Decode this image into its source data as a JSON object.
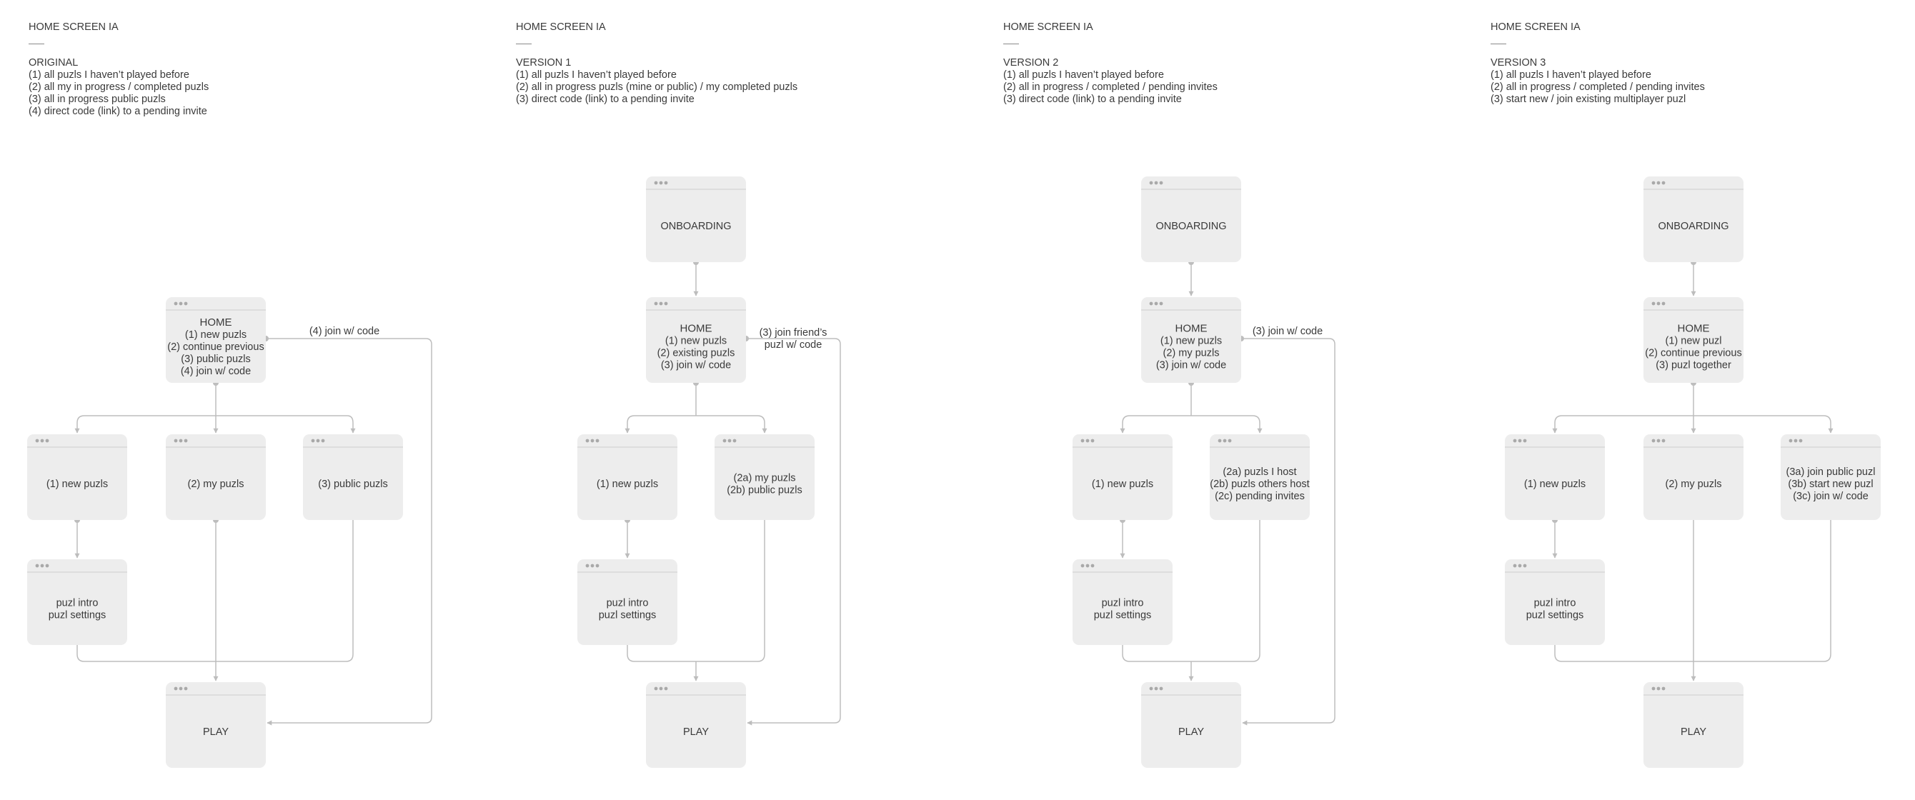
{
  "columns": [
    {
      "header": "HOME SCREEN IA",
      "version": "ORIGINAL",
      "items": [
        "(1) all puzls I haven’t played before",
        "(2) all my in progress / completed puzls",
        "(3) all in progress public puzls",
        "(4) direct code (link) to a pending invite"
      ]
    },
    {
      "header": "HOME SCREEN IA",
      "version": "VERSION 1",
      "items": [
        "(1) all puzls I haven’t played before",
        "(2) all in progress puzls (mine or public) / my completed puzls",
        "(3) direct code (link) to a pending invite"
      ]
    },
    {
      "header": "HOME SCREEN IA",
      "version": "VERSION 2",
      "items": [
        "(1) all puzls I haven’t played before",
        "(2) all in progress / completed / pending invites",
        "(3) direct code (link) to a pending invite"
      ]
    },
    {
      "header": "HOME SCREEN IA",
      "version": "VERSION 3",
      "items": [
        "(1) all puzls I haven’t played before",
        "(2) all in progress / completed / pending invites",
        "(3) start new / join existing multiplayer puzl"
      ]
    }
  ],
  "boxes": [
    {
      "id": "o-home",
      "title": "HOME",
      "lines": [
        "(1) new puzls",
        "(2) continue previous",
        "(3) public puzls",
        "(4) join w/ code"
      ]
    },
    {
      "id": "o-new",
      "lines": [
        "(1) new puzls"
      ]
    },
    {
      "id": "o-my",
      "lines": [
        "(2) my puzls"
      ]
    },
    {
      "id": "o-public",
      "lines": [
        "(3) public puzls"
      ]
    },
    {
      "id": "o-intro",
      "lines": [
        "puzl intro",
        "puzl settings"
      ]
    },
    {
      "id": "o-play",
      "lines": [
        "PLAY"
      ]
    },
    {
      "id": "v1-onb",
      "lines": [
        "ONBOARDING"
      ]
    },
    {
      "id": "v1-home",
      "title": "HOME",
      "lines": [
        "(1) new puzls",
        "(2) existing puzls",
        "(3) join w/ code"
      ]
    },
    {
      "id": "v1-new",
      "lines": [
        "(1) new puzls"
      ]
    },
    {
      "id": "v1-my",
      "lines": [
        "(2a) my puzls",
        "(2b) public puzls"
      ]
    },
    {
      "id": "v1-intro",
      "lines": [
        "puzl intro",
        "puzl settings"
      ]
    },
    {
      "id": "v1-play",
      "lines": [
        "PLAY"
      ]
    },
    {
      "id": "v2-onb",
      "lines": [
        "ONBOARDING"
      ]
    },
    {
      "id": "v2-home",
      "title": "HOME",
      "lines": [
        "(1) new puzls",
        "(2) my puzls",
        "(3) join w/ code"
      ]
    },
    {
      "id": "v2-new",
      "lines": [
        "(1) new puzls"
      ]
    },
    {
      "id": "v2-host",
      "lines": [
        "(2a) puzls I host",
        "(2b) puzls others host",
        "(2c) pending invites"
      ]
    },
    {
      "id": "v2-intro",
      "lines": [
        "puzl intro",
        "puzl settings"
      ]
    },
    {
      "id": "v2-play",
      "lines": [
        "PLAY"
      ]
    },
    {
      "id": "v3-onb",
      "lines": [
        "ONBOARDING"
      ]
    },
    {
      "id": "v3-home",
      "title": "HOME",
      "lines": [
        "(1) new puzl",
        "(2) continue previous",
        "(3) puzl together"
      ]
    },
    {
      "id": "v3-new",
      "lines": [
        "(1) new puzls"
      ]
    },
    {
      "id": "v3-my",
      "lines": [
        "(2) my puzls"
      ]
    },
    {
      "id": "v3-join",
      "lines": [
        "(3a) join public puzl",
        "(3b) start new puzl",
        "(3c) join w/ code"
      ]
    },
    {
      "id": "v3-intro",
      "lines": [
        "puzl intro",
        "puzl settings"
      ]
    },
    {
      "id": "v3-play",
      "lines": [
        "PLAY"
      ]
    }
  ],
  "edge_labels": [
    {
      "id": "o-join",
      "lines": [
        "(4) join w/ code"
      ]
    },
    {
      "id": "v1-join",
      "lines": [
        "(3) join friend’s",
        "puzl w/ code"
      ]
    },
    {
      "id": "v2-join",
      "lines": [
        "(3) join w/ code"
      ]
    }
  ],
  "colors": {
    "box_fill": "#ededed",
    "box_divider": "#d4d4d4",
    "window_dots": "#a9a9a9",
    "connector": "#bdbdbd",
    "text": "#3a3a3a"
  }
}
